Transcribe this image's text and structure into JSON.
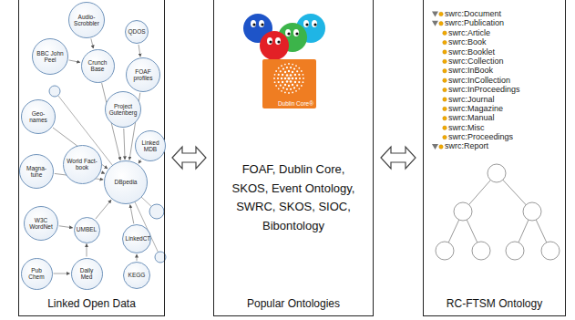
{
  "diagram": {
    "nodes": [
      {
        "text": [
          "Linked Open Data"
        ]
      },
      {
        "text": [
          "Audio- Scrobbler"
        ],
        "in": 0
      },
      {
        "text": [
          "QDOS"
        ],
        "in": 0
      },
      {
        "text": [
          "BBC John Peel"
        ],
        "in": 0
      },
      {
        "text": [
          "Crunch Base"
        ],
        "in": 0
      },
      {
        "text": [
          "FOAF profiles"
        ],
        "in": 0
      },
      {
        "text": [
          "Geo- names"
        ],
        "in": 0
      },
      {
        "text": [
          "Project Gutenberg"
        ],
        "in": 0
      },
      {
        "text": [
          "Magna- tune"
        ],
        "in": 0
      },
      {
        "text": [
          "World Fact- book"
        ],
        "in": 0
      },
      {
        "text": [
          "DBpedia"
        ],
        "in": 0
      },
      {
        "text": [
          "Linked MDB"
        ],
        "in": 0
      },
      {
        "text": [
          "W3C WordNet"
        ],
        "in": 0
      },
      {
        "text": [
          "UMBEL"
        ],
        "in": 0
      },
      {
        "text": [
          "LinkedCT"
        ],
        "in": 0
      },
      {
        "text": [
          "Pub Chem"
        ],
        "in": 0
      },
      {
        "text": [
          "Daily Med"
        ],
        "in": 0
      },
      {
        "text": [
          "KEGG"
        ],
        "in": 0
      },
      {
        "text": [
          "FOAF, Dublin Core, SKOS, Event Ontology, SWRC, SKOS, SIOC, Bibontology",
          "Popular Ontologies"
        ]
      },
      {
        "text": [
          "Dublin Core®"
        ],
        "in": 18
      },
      {
        "text": [
          "RC-FTSM Ontology"
        ]
      }
    ],
    "edges": [
      {
        "from": 1,
        "to": 4,
        "arrow": "to"
      },
      {
        "from": 2,
        "to": 5,
        "arrow": "to"
      },
      {
        "from": 3,
        "to": 4,
        "arrow": "to"
      },
      {
        "from": 4,
        "to": 10,
        "arrow": "to"
      },
      {
        "from": 5,
        "to": 10,
        "arrow": "to"
      },
      {
        "from": 6,
        "to": 10,
        "arrow": "to"
      },
      {
        "from": 7,
        "to": 10,
        "arrow": "to"
      },
      {
        "from": 8,
        "to": 10,
        "arrow": "to"
      },
      {
        "from": 9,
        "to": 10,
        "arrow": "to"
      },
      {
        "from": 11,
        "to": 10,
        "arrow": "to"
      },
      {
        "from": 12,
        "to": 13,
        "arrow": "to"
      },
      {
        "from": 13,
        "to": 10,
        "arrow": "to"
      },
      {
        "from": 14,
        "to": 10,
        "arrow": "to"
      },
      {
        "from": 15,
        "to": 16,
        "arrow": "to"
      },
      {
        "from": 16,
        "to": 13,
        "arrow": "to"
      },
      {
        "from": 17,
        "to": 14,
        "arrow": "to"
      },
      {
        "from": 0,
        "to": 18,
        "arrow": "both"
      },
      {
        "from": 18,
        "to": 20,
        "arrow": "both"
      }
    ],
    "labels": [
      "swrc:Document",
      "swrc:Publication",
      "swrc:Article",
      "swrc:Book",
      "swrc:Booklet",
      "swrc:Collection",
      "swrc:InBook",
      "swrc:InCollection",
      "swrc:InProceedings",
      "swrc:Journal",
      "swrc:Magazine",
      "swrc:Manual",
      "swrc:Misc",
      "swrc:Proceedings",
      "swrc:Report"
    ]
  }
}
